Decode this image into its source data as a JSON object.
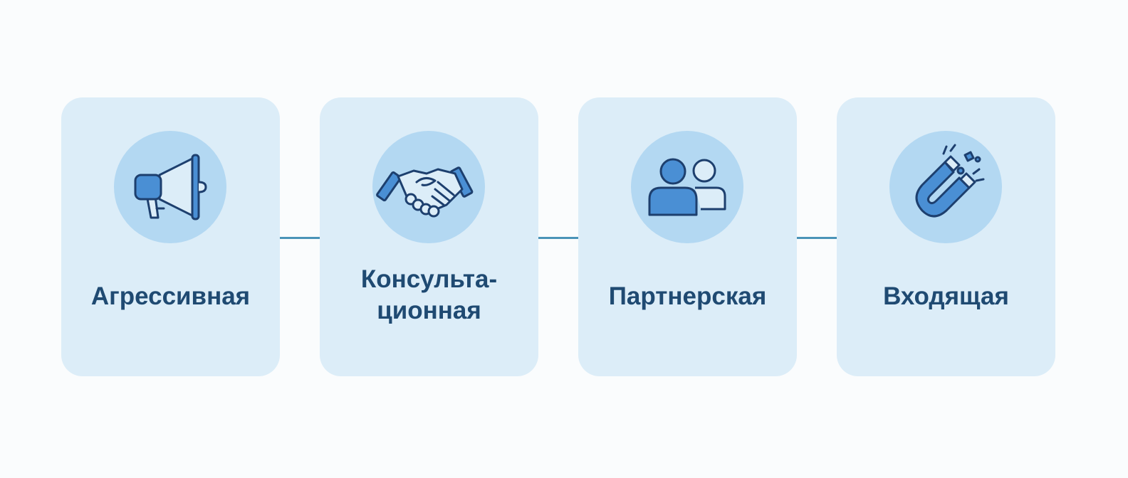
{
  "colors": {
    "card_fill": "#dcedf8",
    "icon_circle_fill": "#b3d8f2",
    "icon_blue": "#4a8fd4",
    "icon_outline": "#1d3f6e",
    "label_text": "#1f4a72",
    "connector": "#4a94b8"
  },
  "cards": [
    {
      "label": "Агрессивная",
      "icon": "megaphone-icon"
    },
    {
      "label": "Консульта-\nционная",
      "icon": "handshake-icon"
    },
    {
      "label": "Партнерская",
      "icon": "people-icon"
    },
    {
      "label": "Входящая",
      "icon": "magnet-icon"
    }
  ]
}
